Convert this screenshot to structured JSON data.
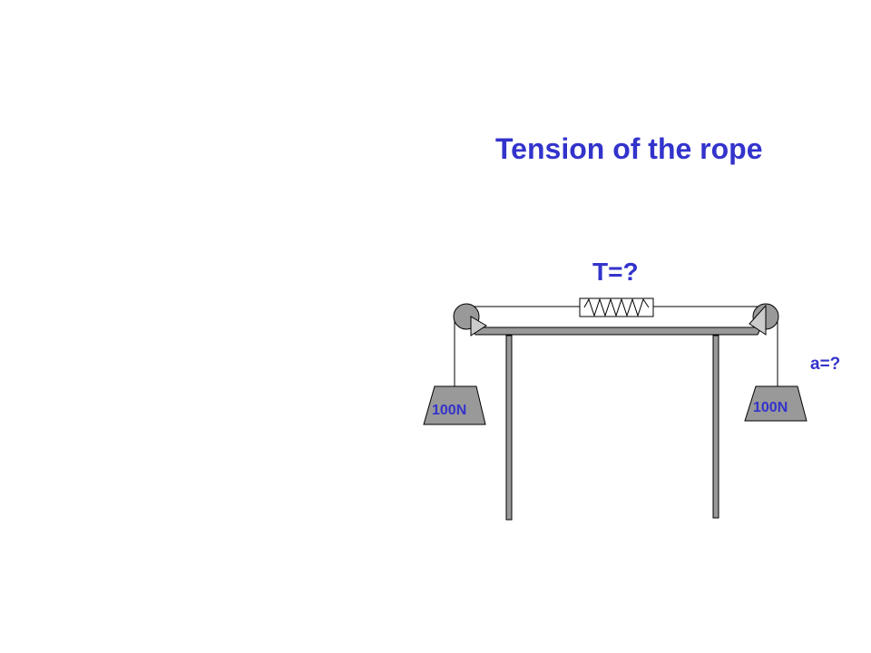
{
  "title": "Tension of the rope",
  "tension_label": "T=?",
  "acceleration_label": "a=?",
  "weights": {
    "left": "100N",
    "right": "100N"
  },
  "colors": {
    "text": "#3333cc",
    "metal": "#999999",
    "outline": "#000000"
  }
}
